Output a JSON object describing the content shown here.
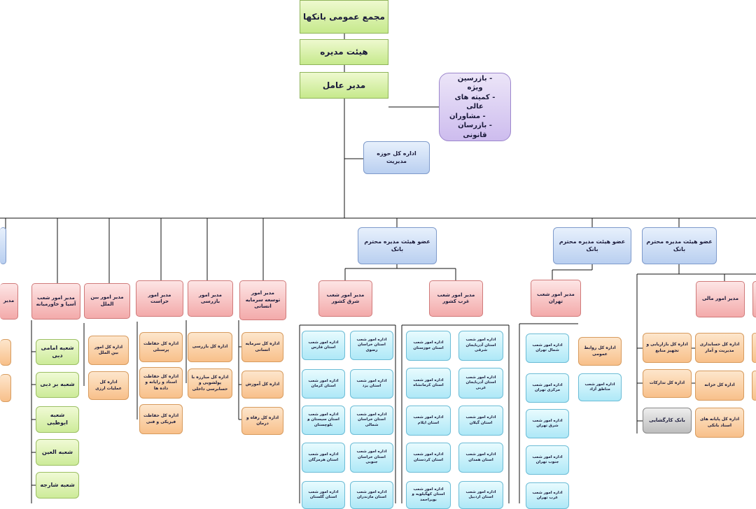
{
  "top": {
    "assembly": "مجمع عمومی بانکها",
    "board": "هیئت مدیره",
    "ceo": "مدیر عامل"
  },
  "advisors": [
    "- بازرسین ویژه",
    "- کمیته های عالی",
    "- مشاوران",
    "- بازرسان قانونی"
  ],
  "management_dept": "اداره کل حوزه مدیریت",
  "board_members": [
    "عضو هیئت مدیره محترم بانک",
    "عضو هیئت مدیره محترم بانک",
    "عضو هیئت مدیره محترم بانک"
  ],
  "managers": {
    "east": "مدیر امور شعب شرق کشور",
    "west": "مدیر امور شعب غرب کشور",
    "tehran": "مدیر امور شعب تهران",
    "finance": "مدیر امور مالی",
    "hr": "مدیر امور توسعه سرمایه انسانی",
    "inspection": "مدیر امور بازرسی",
    "security": "مدیر امور حراست",
    "intl": "مدیر امور بین الملل",
    "asia": "مدیر امور شعب آسیا و خاورمیانه",
    "left_partial": "مدیر"
  },
  "hr_depts": [
    "اداره کل سرمایه انسانی",
    "اداره کل آموزش",
    "اداره کل رفاه و درمان"
  ],
  "inspection_depts": [
    "اداره کل بازرسی",
    "اداره کل مبارزه با پولشویی و حسابرسی داخلی"
  ],
  "security_depts": [
    "اداره کل حفاظت پرسنلی",
    "اداره کل حفاظت اسناد و رایانه و داده ها",
    "اداره کل حفاظت فیزیکی و فنی"
  ],
  "intl_depts": [
    "اداره کل امور بین الملل",
    "اداره کل عملیات ارزی"
  ],
  "asia_branches": [
    "شعبه امامی دبی",
    "شعبه بر دبی",
    "شعبه ابوظبی",
    "شعبه العین",
    "شعبه شارجه"
  ],
  "east_col1": [
    "اداره امور شعب استان خراسان رضوی",
    "اداره امور شعب استان یزد",
    "اداره امور شعب استان خراسان شمالی",
    "اداره امور شعب استان خراسان جنوبی",
    "اداره امور شعب استان مازندران"
  ],
  "east_col2": [
    "اداره امور شعب استان فارس",
    "اداره امور شعب استان کرمان",
    "اداره امور شعب استان سیستان و بلوچستان",
    "اداره امور شعب استان هرمزگان",
    "اداره امور شعب استان گلستان"
  ],
  "west_col1": [
    "اداره امور شعب استان آذربایجان شرقی",
    "اداره امور شعب استان آذربایجان غربی",
    "اداره امور شعب استان گیلان",
    "اداره امور شعب استان همدان",
    "اداره امور شعب استان اردبیل"
  ],
  "west_col2": [
    "اداره امور شعب استان خوزستان",
    "اداره امور شعب استان کرمانشاه",
    "اداره امور شعب استان ایلام",
    "اداره امور شعب استان کردستان",
    "اداره امور شعب استان کهگیلویه و بویراحمد"
  ],
  "tehran_units": [
    "اداره امور شعب شمال تهران",
    "اداره امور شعب مرکزی تهران",
    "اداره امور شعب شرق تهران",
    "اداره امور شعب جنوب تهران",
    "اداره امور شعب غرب تهران"
  ],
  "tehran_depts": [
    "اداره کل روابط عمومی",
    "اداره امور شعب مناطق آزاد"
  ],
  "finance_depts": [
    "اداره کل حسابداری مدیریت و آمار",
    "اداره کل خزانه",
    "اداره کل پایانه های اسناد بانکی"
  ],
  "finance_sub": [
    "اداره کل بازاریابی و تجهیز منابع",
    "اداره کل تدارکات"
  ],
  "subsidiary": "بانک کارگشایی"
}
